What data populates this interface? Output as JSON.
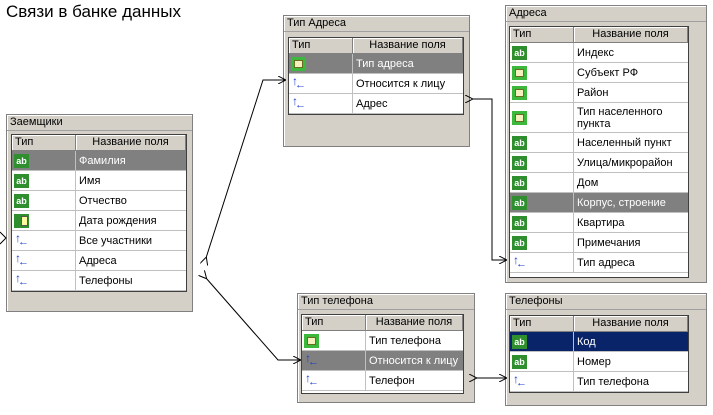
{
  "title": "Связи в банке данных",
  "columns": {
    "type": "Тип",
    "name": "Название поля"
  },
  "tables": {
    "zaemshchiki": {
      "title": "Заемщики",
      "rows": [
        {
          "icon": "text-icon",
          "label": "Фамилия",
          "state": "selected"
        },
        {
          "icon": "text-icon",
          "label": "Имя",
          "state": ""
        },
        {
          "icon": "text-icon",
          "label": "Отчество",
          "state": ""
        },
        {
          "icon": "date-icon",
          "label": "Дата рождения",
          "state": ""
        },
        {
          "icon": "link-icon",
          "label": "Все участники",
          "state": ""
        },
        {
          "icon": "link-icon",
          "label": "Адреса",
          "state": ""
        },
        {
          "icon": "link-icon",
          "label": "Телефоны",
          "state": ""
        }
      ]
    },
    "tip_adresa": {
      "title": "Тип Адреса",
      "rows": [
        {
          "icon": "book-icon",
          "label": "Тип адреса",
          "state": "selected"
        },
        {
          "icon": "link-icon",
          "label": "Относится к лицу",
          "state": ""
        },
        {
          "icon": "link-icon",
          "label": "Адрес",
          "state": ""
        }
      ]
    },
    "adresa": {
      "title": "Адреса",
      "rows": [
        {
          "icon": "text-icon",
          "label": "Индекс",
          "state": ""
        },
        {
          "icon": "book-icon",
          "label": "Субъект РФ",
          "state": ""
        },
        {
          "icon": "book-icon",
          "label": "Район",
          "state": ""
        },
        {
          "icon": "book-icon",
          "label": "Тип населенного пункта",
          "state": ""
        },
        {
          "icon": "text-icon",
          "label": "Населенный пункт",
          "state": ""
        },
        {
          "icon": "text-icon",
          "label": "Улица/микрорайон",
          "state": ""
        },
        {
          "icon": "text-icon",
          "label": "Дом",
          "state": ""
        },
        {
          "icon": "text-icon",
          "label": "Корпус, строение",
          "state": "selected"
        },
        {
          "icon": "text-icon",
          "label": "Квартира",
          "state": ""
        },
        {
          "icon": "text-icon",
          "label": "Примечания",
          "state": ""
        },
        {
          "icon": "link-icon",
          "label": "Тип адреса",
          "state": ""
        }
      ]
    },
    "tip_telefona": {
      "title": "Тип телефона",
      "rows": [
        {
          "icon": "book-icon",
          "label": "Тип телефона",
          "state": ""
        },
        {
          "icon": "link-icon",
          "label": "Относится к лицу",
          "state": "selected"
        },
        {
          "icon": "link-icon",
          "label": "Телефон",
          "state": ""
        }
      ]
    },
    "telefony": {
      "title": "Телефоны",
      "rows": [
        {
          "icon": "text-icon",
          "label": "Код",
          "state": "focus"
        },
        {
          "icon": "text-icon",
          "label": "Номер",
          "state": ""
        },
        {
          "icon": "link-icon",
          "label": "Тип телефона",
          "state": ""
        }
      ]
    }
  }
}
